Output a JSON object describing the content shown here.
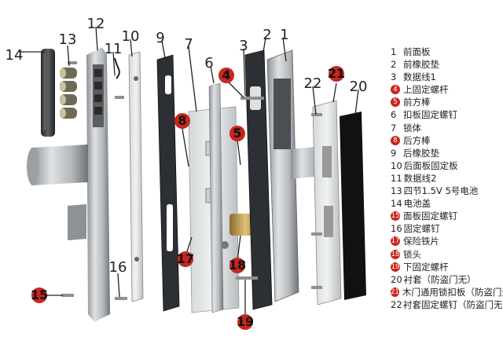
{
  "callouts": [
    {
      "num": "1",
      "style": "plain"
    },
    {
      "num": "2",
      "style": "plain"
    },
    {
      "num": "3",
      "style": "plain"
    },
    {
      "num": "4",
      "style": "red"
    },
    {
      "num": "5",
      "style": "red"
    },
    {
      "num": "6",
      "style": "plain"
    },
    {
      "num": "7",
      "style": "plain"
    },
    {
      "num": "8",
      "style": "red"
    },
    {
      "num": "9",
      "style": "plain"
    },
    {
      "num": "10",
      "style": "plain"
    },
    {
      "num": "11",
      "style": "plain"
    },
    {
      "num": "12",
      "style": "plain"
    },
    {
      "num": "13",
      "style": "plain"
    },
    {
      "num": "14",
      "style": "plain"
    },
    {
      "num": "15",
      "style": "red"
    },
    {
      "num": "16",
      "style": "plain"
    },
    {
      "num": "17",
      "style": "red"
    },
    {
      "num": "18",
      "style": "red"
    },
    {
      "num": "19",
      "style": "red"
    },
    {
      "num": "20",
      "style": "plain"
    },
    {
      "num": "21",
      "style": "red"
    },
    {
      "num": "22",
      "style": "plain"
    }
  ],
  "legend": [
    {
      "num": "1",
      "text": "前面板",
      "red": false
    },
    {
      "num": "2",
      "text": "前橡胶垫",
      "red": false
    },
    {
      "num": "3",
      "text": "数据线1",
      "red": false
    },
    {
      "num": "4",
      "text": "上固定螺杆",
      "red": true
    },
    {
      "num": "5",
      "text": "前方棒",
      "red": true
    },
    {
      "num": "6",
      "text": "扣板固定螺钉",
      "red": false
    },
    {
      "num": "7",
      "text": "锁体",
      "red": false
    },
    {
      "num": "8",
      "text": "后方棒",
      "red": true
    },
    {
      "num": "9",
      "text": "后橡胶垫",
      "red": false
    },
    {
      "num": "10",
      "text": "后面板固定板",
      "red": false
    },
    {
      "num": "11",
      "text": "数据线2",
      "red": false
    },
    {
      "num": "13",
      "text": "四节1.5V 5号电池",
      "red": false
    },
    {
      "num": "14",
      "text": "电池盖",
      "red": false
    },
    {
      "num": "15",
      "text": "面板固定螺钉",
      "red": true
    },
    {
      "num": "16",
      "text": "固定螺钉",
      "red": false
    },
    {
      "num": "17",
      "text": "保险铁片",
      "red": true
    },
    {
      "num": "18",
      "text": "锁头",
      "red": true
    },
    {
      "num": "19",
      "text": "下固定螺杆",
      "red": true
    },
    {
      "num": "20",
      "text": "衬套（防盗门无）",
      "red": false
    },
    {
      "num": "21",
      "text": "木门通用锁扣板（防盗门无）",
      "red": true
    },
    {
      "num": "22",
      "text": "衬套固定螺钉（防盗门无）",
      "red": false
    }
  ]
}
